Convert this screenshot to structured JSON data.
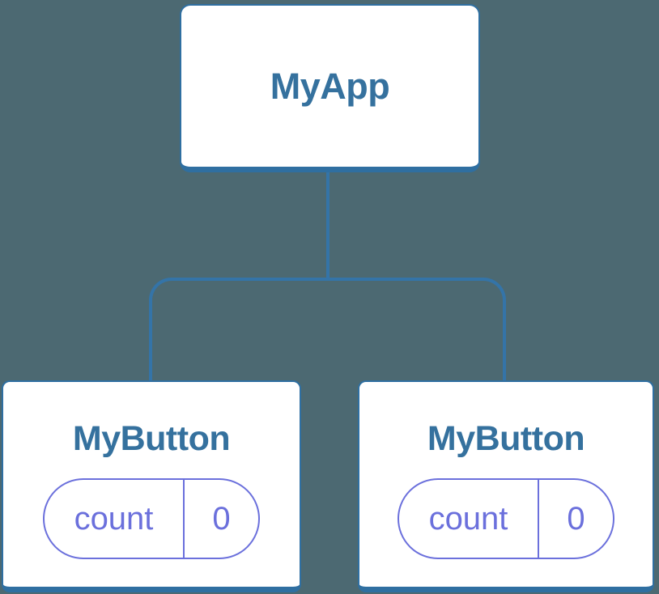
{
  "colors": {
    "bg": "#4C6972",
    "blue-border": "#2F6FA1",
    "blue-line": "#3474A8",
    "blue-text": "#35719E",
    "purple": "#6B70DC",
    "card-bg": "#FFFFFF"
  },
  "diagram": {
    "type": "component-tree",
    "root": {
      "label": "MyApp"
    },
    "children": [
      {
        "label": "MyButton",
        "state": {
          "key": "count",
          "value": "0"
        }
      },
      {
        "label": "MyButton",
        "state": {
          "key": "count",
          "value": "0"
        }
      }
    ]
  }
}
